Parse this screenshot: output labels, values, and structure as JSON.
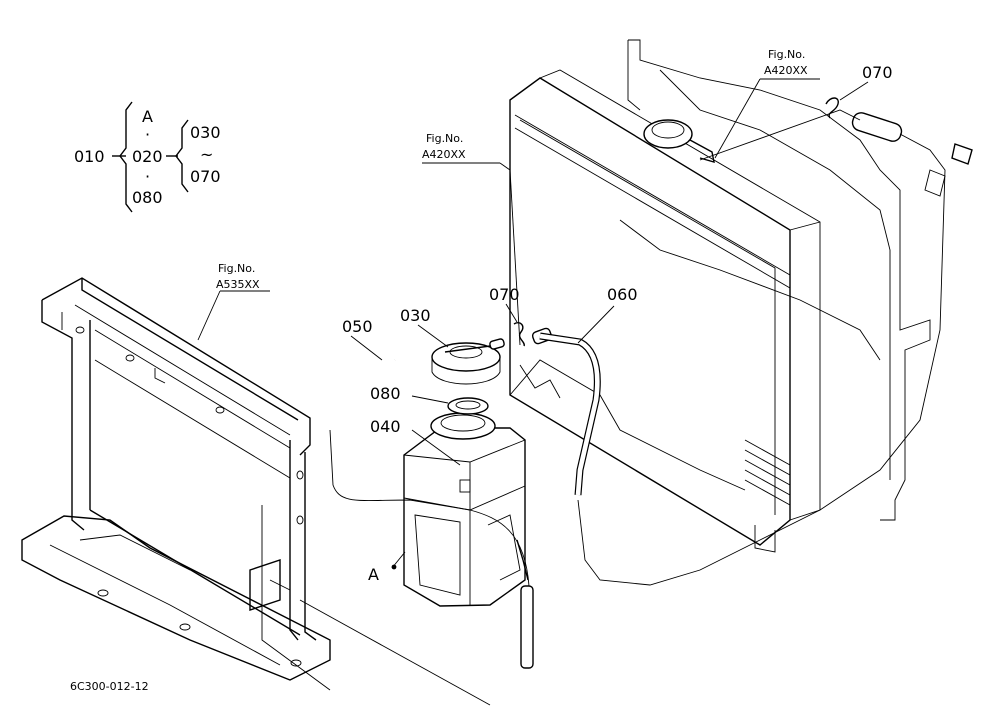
{
  "index": {
    "root": "010",
    "items": [
      "A",
      "020",
      "080"
    ],
    "range_start": "030",
    "range_sep": "~",
    "range_end": "070",
    "dot": "·"
  },
  "refs": {
    "fig_label": "Fig.No.",
    "fig_a420_top": "A420XX",
    "fig_a420_mid": "A420XX",
    "fig_a535": "A535XX"
  },
  "parts": {
    "p070_top": "070",
    "p070_mid": "070",
    "p060": "060",
    "p050": "050",
    "p030": "030",
    "p080": "080",
    "p040": "040",
    "pA": "A"
  },
  "footer": {
    "drawing_code": "6C300-012-12"
  }
}
